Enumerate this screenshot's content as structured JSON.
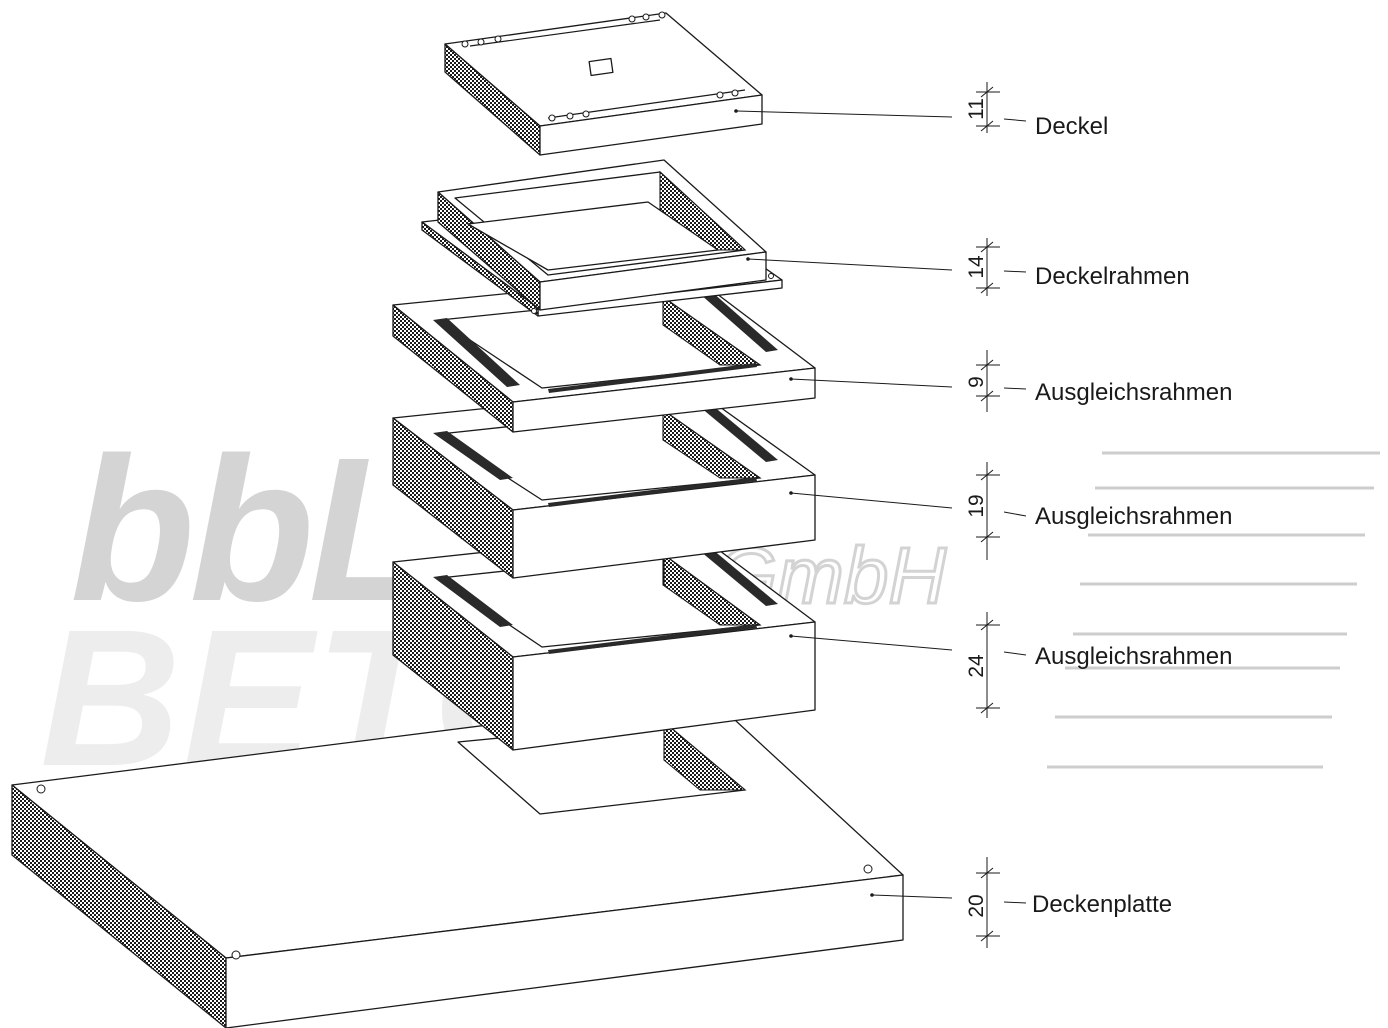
{
  "watermark": {
    "company_line1": "bbL",
    "company_suffix": "GmbH",
    "company_line2": "BETON",
    "line_color": "#c8c8c8"
  },
  "parts": [
    {
      "label": "Deckel",
      "dimension": "11"
    },
    {
      "label": "Deckelrahmen",
      "dimension": "14"
    },
    {
      "label": "Ausgleichsrahmen",
      "dimension": "9"
    },
    {
      "label": "Ausgleichsrahmen",
      "dimension": "19"
    },
    {
      "label": "Ausgleichsrahmen",
      "dimension": "24"
    },
    {
      "label": "Deckenplatte",
      "dimension": "20"
    }
  ],
  "colors": {
    "line": "#1a1a1a",
    "hatch": "#1a1a1a",
    "watermark": "#d4d4d4"
  }
}
